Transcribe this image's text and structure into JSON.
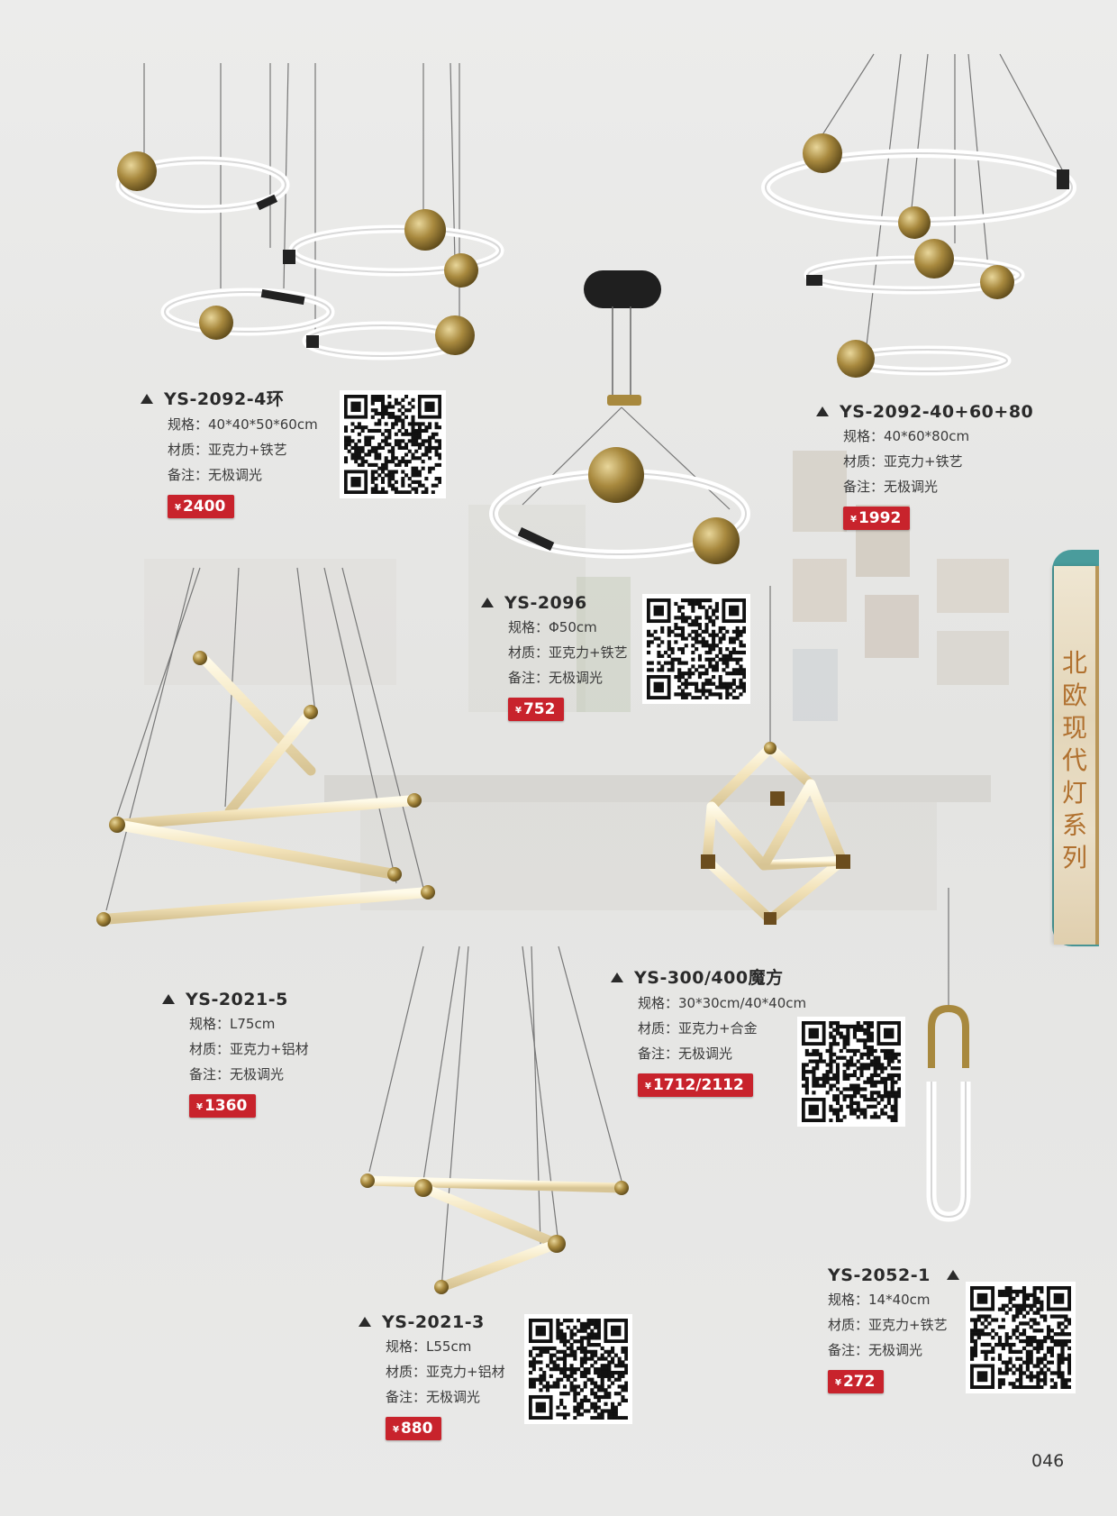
{
  "products": [
    {
      "model": "YS-2092-4环",
      "spec": "规格：40*40*50*60cm",
      "material": "材质：亚克力+铁艺",
      "note": "备注：无极调光",
      "price_symbol": "¥",
      "price": "2400"
    },
    {
      "model": "YS-2092-40+60+80",
      "spec": "规格：40*60*80cm",
      "material": "材质：亚克力+铁艺",
      "note": "备注：无极调光",
      "price_symbol": "¥",
      "price": "1992"
    },
    {
      "model": "YS-2096",
      "spec": "规格：Φ50cm",
      "material": "材质：亚克力+铁艺",
      "note": "备注：无极调光",
      "price_symbol": "¥",
      "price": "752"
    },
    {
      "model": "YS-2021-5",
      "spec": "规格：L75cm",
      "material": "材质：亚克力+铝材",
      "note": "备注：无极调光",
      "price_symbol": "¥",
      "price": "1360"
    },
    {
      "model": "YS-300/400魔方",
      "spec": "规格：30*30cm/40*40cm",
      "material": "材质：亚克力+合金",
      "note": "备注：无极调光",
      "price_symbol": "¥",
      "price": "1712/2112"
    },
    {
      "model": "YS-2021-3",
      "spec": "规格：L55cm",
      "material": "材质：亚克力+铝材",
      "note": "备注：无极调光",
      "price_symbol": "¥",
      "price": "880"
    },
    {
      "model": "YS-2052-1",
      "spec": "规格：14*40cm",
      "material": "材质：亚克力+铁艺",
      "note": "备注：无极调光",
      "price_symbol": "¥",
      "price": "272"
    }
  ],
  "series_title": "北欧现代灯系列",
  "page_number": "046",
  "colors": {
    "price_badge": "#c8232c",
    "tab": "#4a9c9c",
    "title_text": "#b0702e",
    "brass": "#a8893e"
  }
}
